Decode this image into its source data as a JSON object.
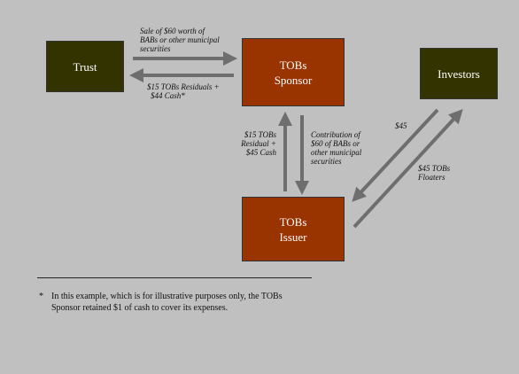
{
  "colors": {
    "background": "#c0c0c0",
    "entity_dark_olive": "#333300",
    "entity_brown_red": "#993300",
    "arrow": "#6e6e6e"
  },
  "boxes": {
    "trust": "Trust",
    "investors": "Investors",
    "sponsor_line1": "TOBs",
    "sponsor_line2": "Sponsor",
    "issuer_line1": "TOBs",
    "issuer_line2": "Issuer"
  },
  "labels": {
    "trust_to_sponsor": [
      "Sale of $60 worth of",
      "BABs or other municipal",
      "securities"
    ],
    "sponsor_to_trust": [
      "$15 TOBs Residuals +",
      "$44 Cash*"
    ],
    "issuer_to_sponsor": [
      "$15 TOBs",
      "Residual +",
      "$45 Cash"
    ],
    "sponsor_to_issuer": [
      "Contribution of",
      "$60 of BABs or",
      "other municipal",
      "securities"
    ],
    "investors_to_issuer": [
      "$45"
    ],
    "issuer_to_investors": [
      "$45 TOBs",
      "Floaters"
    ]
  },
  "footnote": {
    "marker": "*",
    "text": "In this example, which is for illustrative purposes only, the TOBs Sponsor retained $1 of cash to cover its expenses."
  }
}
